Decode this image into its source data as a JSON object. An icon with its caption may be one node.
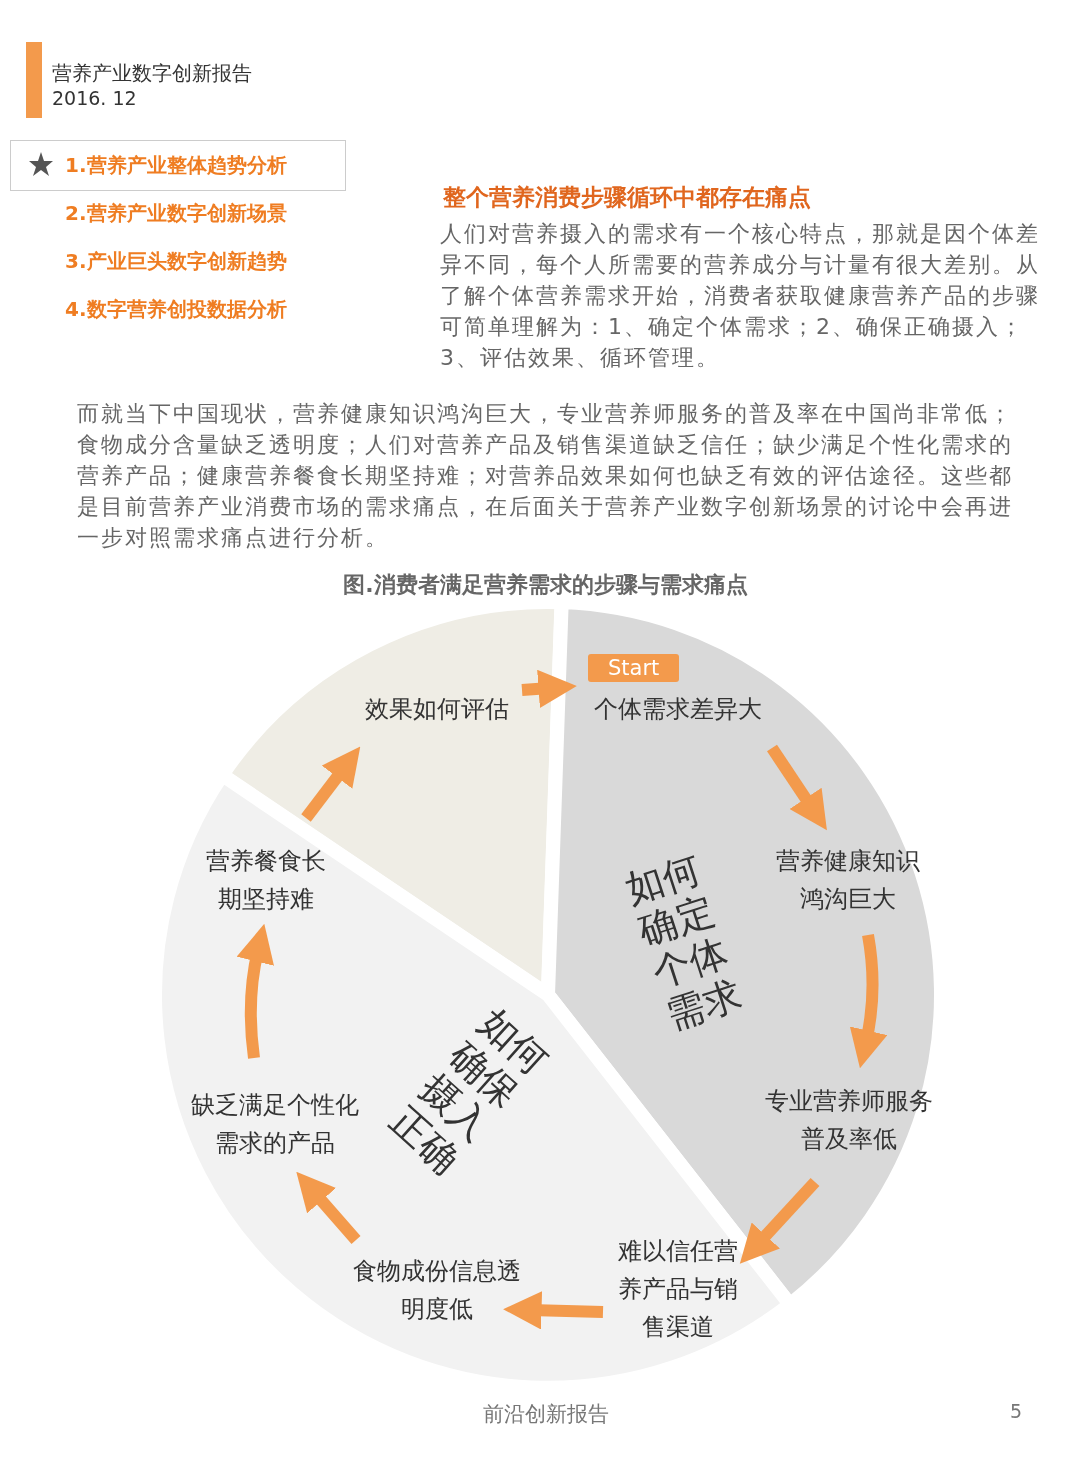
{
  "diagram": {
    "caption": "图.消费者满足营养需求的步骤与需求痛点",
    "nodes": [
      {
        "text": [],
        "shape": "wedge"
      },
      {
        "text": [
          "效果如何评估"
        ],
        "in": 0
      },
      {
        "text": [
          "如何确定个体需求"
        ]
      },
      {
        "text": [
          "个体需求差异大"
        ],
        "in": 2,
        "beside": [
          "Start"
        ]
      },
      {
        "text": [
          "营养健康知识鸿沟巨大"
        ],
        "in": 2
      },
      {
        "text": [
          "专业营养师服务普及率低"
        ],
        "in": 2
      },
      {
        "text": [
          "难以信任营养产品与销售渠道"
        ],
        "in": 7
      },
      {
        "text": [
          "如何确保摄入正确"
        ]
      },
      {
        "text": [
          "营养餐食长期坚持难"
        ],
        "in": 7
      },
      {
        "text": [
          "缺乏满足个性化需求的产品"
        ],
        "in": 7
      },
      {
        "text": [
          "食物成份信息透明度低"
        ],
        "in": 7
      }
    ],
    "edges": [
      {
        "from": 3,
        "to": 4,
        "arrow": "to"
      },
      {
        "from": 4,
        "to": 5,
        "arrow": "to"
      },
      {
        "from": 5,
        "to": 6,
        "arrow": "to"
      },
      {
        "from": 6,
        "to": 10,
        "arrow": "to"
      },
      {
        "from": 10,
        "to": 9,
        "arrow": "to"
      },
      {
        "from": 9,
        "to": 8,
        "arrow": "to"
      },
      {
        "from": 8,
        "to": 1,
        "arrow": "to"
      },
      {
        "from": 1,
        "to": 3,
        "arrow": "to"
      }
    ],
    "labels": [
      "营养产业数字创新报告",
      "2016. 12",
      "1.营养产业整体趋势分析",
      "2.营养产业数字创新场景",
      "3.产业巨头数字创新趋势",
      "4.数字营养创投数据分析",
      "整个营养消费步骤循环中都存在痛点",
      "人们对营养摄入的需求有一个核心特点，那就是因个体差异不同，每个人所需要的营养成分与计量有很大差别。从了解个体营养需求开始，消费者获取健康营养产品的步骤可简单理解为：1、确定个体需求；2、确保正确摄入；3、评估效果、循环管理。",
      "而就当下中国现状，营养健康知识鸿沟巨大，专业营养师服务的普及率在中国尚非常低；食物成分含量缺乏透明度；人们对营养产品及销售渠道缺乏信任；缺少满足个性化需求的营养产品；健康营养餐食长期坚持难；对营养品效果如何也缺乏有效的评估途径。这些都是目前营养产业消费市场的需求痛点，在后面关于营养产业数字创新场景的讨论中会再进一步对照需求痛点进行分析。",
      "前沿创新报告",
      "5"
    ]
  }
}
